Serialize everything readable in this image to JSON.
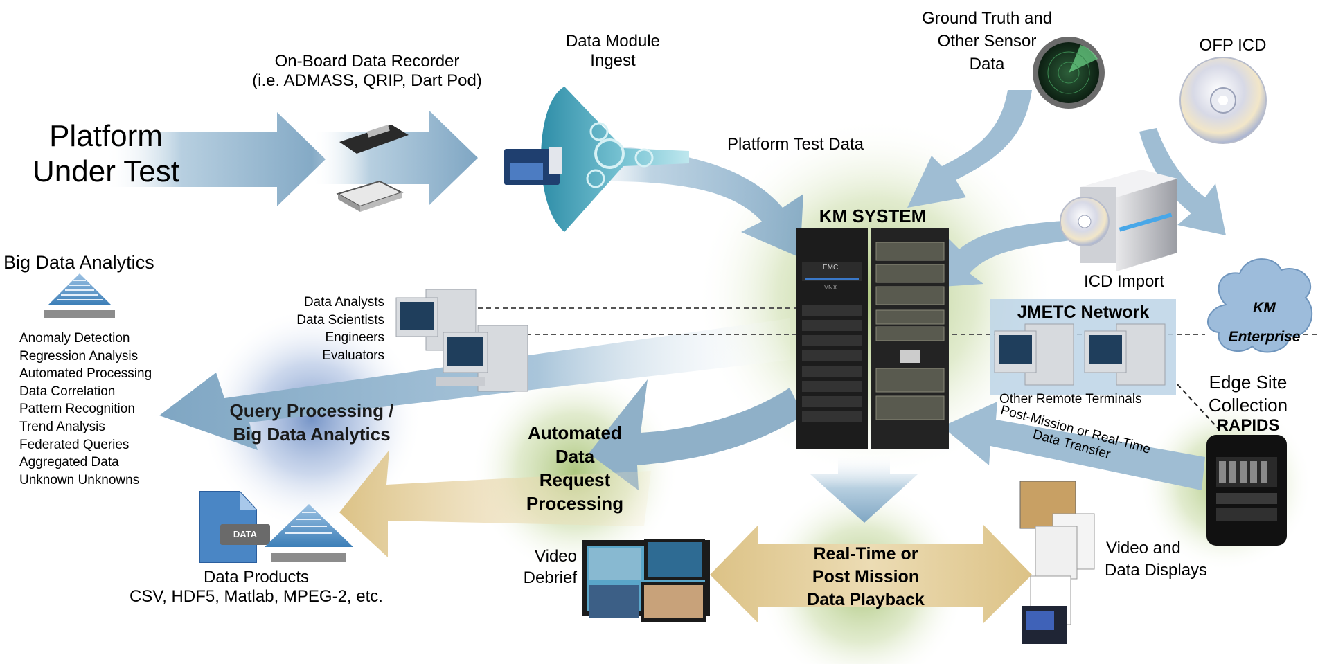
{
  "platform": {
    "line1": "Platform",
    "line2": "Under Test"
  },
  "recorder": {
    "line1": "On-Board Data Recorder",
    "line2": "(i.e. ADMASS, QRIP, Dart Pod)"
  },
  "ingest": {
    "line1": "Data Module",
    "line2": "Ingest"
  },
  "ground_truth": {
    "line1": "Ground Truth and",
    "line2": "Other Sensor",
    "line3": "Data"
  },
  "ofp": {
    "label": "OFP ICD"
  },
  "platform_test_data": "Platform Test Data",
  "km_system": "KM SYSTEM",
  "rack_brand": {
    "emc": "EMC",
    "vnx": "VNX"
  },
  "icd_import": "ICD Import",
  "jmetc": "JMETC Network",
  "km_enterprise": {
    "line1": "KM",
    "line2": "Enterprise"
  },
  "edge_site": {
    "line1": "Edge Site",
    "line2": "Collection"
  },
  "rapids": "RAPIDS",
  "remote_terminals": "Other Remote Terminals",
  "transfer": {
    "line1": "Post-Mission or Real-Time",
    "line2": "Data Transfer"
  },
  "big_data": {
    "title": "Big Data Analytics",
    "items": [
      "Anomaly Detection",
      "Regression Analysis",
      "Automated Processing",
      "Data Correlation",
      "Pattern Recognition",
      "Trend Analysis",
      "Federated Queries",
      "Aggregated Data",
      "Unknown Unknowns"
    ]
  },
  "users": [
    "Data Analysts",
    "Data Scientists",
    "Engineers",
    "Evaluators"
  ],
  "query": {
    "line1": "Query Processing /",
    "line2": "Big Data Analytics"
  },
  "automated": {
    "line1": "Automated",
    "line2": "Data",
    "line3": "Request",
    "line4": "Processing"
  },
  "data_products": {
    "doc_tag": "DATA",
    "line1": "Data Products",
    "line2": "CSV, HDF5, Matlab, MPEG-2, etc."
  },
  "video_debrief": {
    "line1": "Video",
    "line2": "Debrief"
  },
  "playback": {
    "line1": "Real-Time or",
    "line2": "Post Mission",
    "line3": "Data Playback"
  },
  "displays": {
    "line1": "Video and",
    "line2": "Data Displays"
  },
  "colors": {
    "blue_arrow": "#8fb3cc",
    "gold_arrow": "#e0c88e",
    "green_glow": "#b9cf8f",
    "rack": "#1c1c1c",
    "network_box": "#bcd4e6",
    "cloud": "#9dbcdb"
  }
}
